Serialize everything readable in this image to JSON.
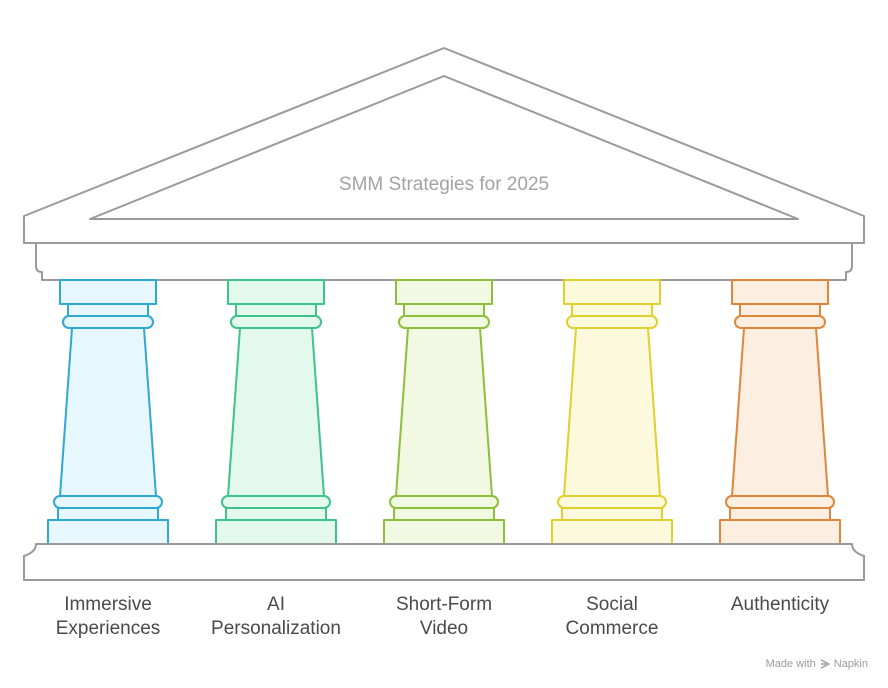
{
  "title": "SMM Strategies for 2025",
  "pillars": [
    {
      "line1": "Immersive",
      "line2": "Experiences",
      "stroke": "#2fa8d4",
      "fill": "#e6f7fd"
    },
    {
      "line1": "AI",
      "line2": "Personalization",
      "stroke": "#3cc48a",
      "fill": "#e3f9ee"
    },
    {
      "line1": "Short-Form",
      "line2": "Video",
      "stroke": "#8cbf3a",
      "fill": "#f1f9e3"
    },
    {
      "line1": "Social",
      "line2": "Commerce",
      "stroke": "#e0cf2c",
      "fill": "#fdf9dc"
    },
    {
      "line1": "Authenticity",
      "line2": "",
      "stroke": "#e0863a",
      "fill": "#fdeee2"
    }
  ],
  "watermark": {
    "prefix": "Made with",
    "brand": "Napkin"
  },
  "colors": {
    "structure": "#9a9a9a",
    "label": "#4a4a4a",
    "title": "#a3a3a3"
  }
}
